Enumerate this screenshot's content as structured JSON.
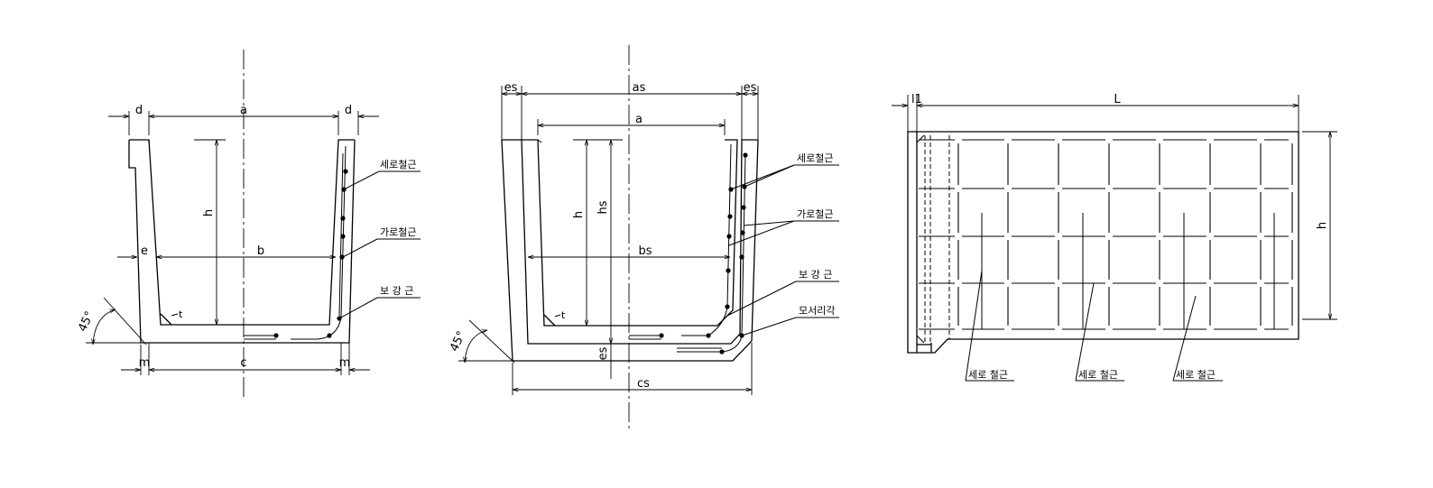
{
  "left": {
    "d_left": "d",
    "a": "a",
    "d_right": "d",
    "h": "h",
    "e": "e",
    "b": "b",
    "t": "t",
    "angle": "45°",
    "m_left": "m",
    "c": "c",
    "m_right": "m",
    "callout_vertical": "세로철근",
    "callout_horizontal": "가로철근",
    "callout_reinforce": "보 강 근"
  },
  "middle": {
    "es_left": "es",
    "as": "as",
    "es_right": "es",
    "a": "a",
    "h": "h",
    "hs": "hs",
    "bs": "bs",
    "t": "t",
    "angle": "45°",
    "es_bottom": "es",
    "cs": "cs",
    "callout_vertical": "세로철근",
    "callout_horizontal": "가로철근",
    "callout_reinforce": "보 강 근",
    "callout_corner": "모서리각"
  },
  "right": {
    "l1": "l1",
    "L": "L",
    "h": "h",
    "callout_1": "세로 철근",
    "callout_2": "세로 철근",
    "callout_3": "세로 철근"
  }
}
